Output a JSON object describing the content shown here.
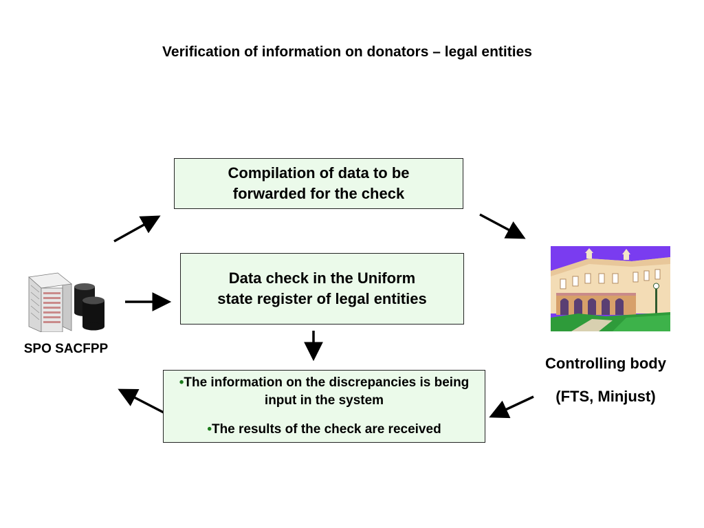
{
  "slide": {
    "title": "Verification of information on donators – legal entities"
  },
  "boxes": {
    "compilation": {
      "line1": "Compilation of data to be",
      "line2": "forwarded  for the check"
    },
    "data_check": {
      "line1": "Data check in the Uniform",
      "line2": "state register of legal entities"
    },
    "results": {
      "bullet_symbol": "•",
      "items": [
        "The information on the  discrepancies is being input in the system",
        "The results of the check are received"
      ]
    }
  },
  "labels": {
    "spo": "SPO SACFPP",
    "controlling_body_line1": "Controlling body",
    "controlling_body_line2": "(FTS, Minjust)"
  },
  "icons": {
    "server": "server-with-database-cylinders-icon",
    "building": "government-building-icon"
  },
  "colors": {
    "box_fill": "#ebfaea",
    "bullet": "#1b7a1b",
    "building_sky": "#7a3cf0"
  }
}
